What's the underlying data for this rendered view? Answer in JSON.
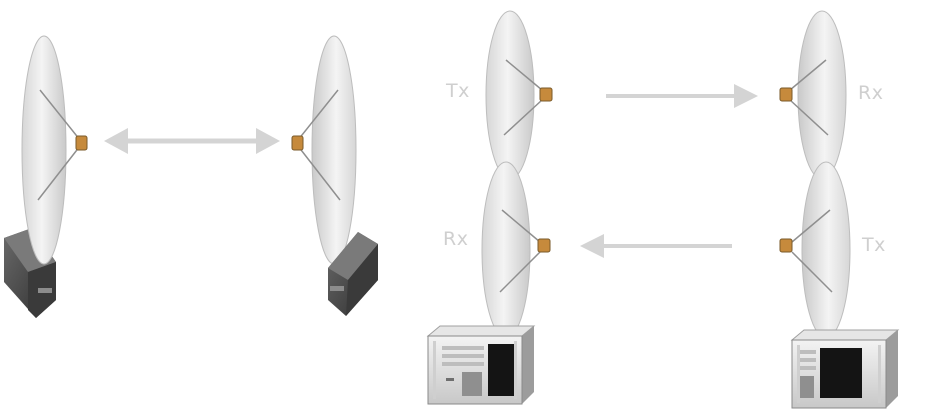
{
  "labels": {
    "tx_top": "Tx",
    "rx_top": "Rx",
    "rx_bottom": "Rx",
    "tx_bottom": "Tx"
  },
  "colors": {
    "dish_light": "#f2f2f2",
    "dish_shade": "#cfcfcf",
    "arrow": "#d4d4d4",
    "feed": "#c68a3c",
    "modem": "#4a4a4a",
    "label": "#cfcfcf"
  }
}
